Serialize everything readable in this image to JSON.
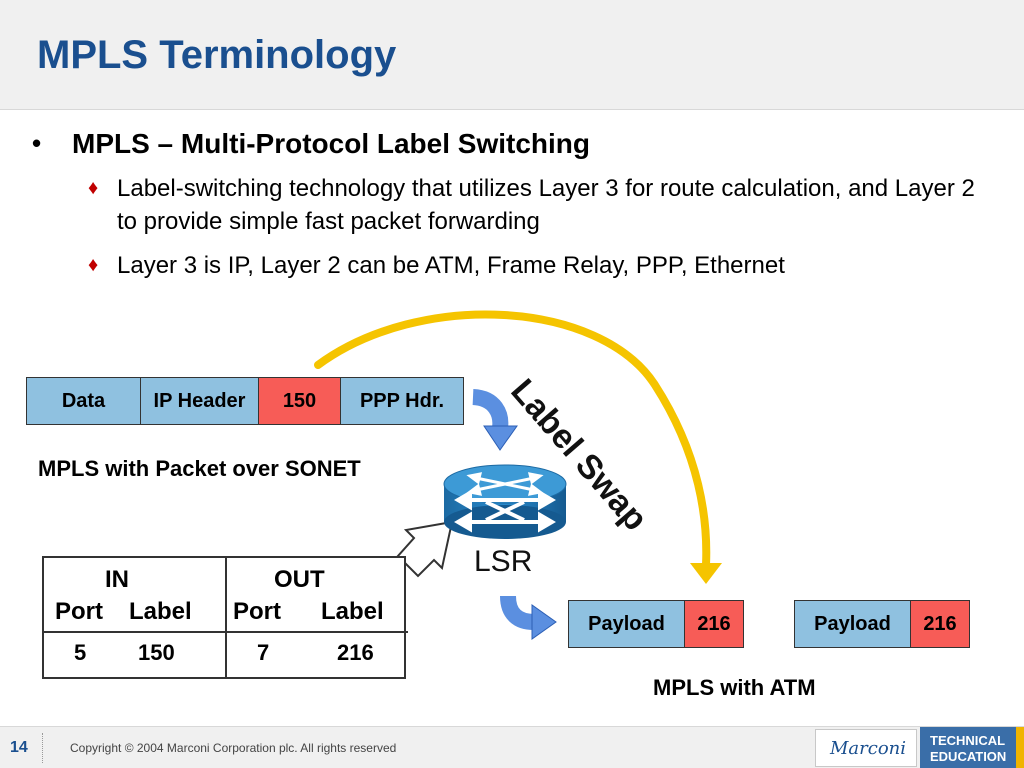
{
  "slide": {
    "title": "MPLS Terminology",
    "bullet_symbol": "•",
    "bullet": "MPLS – Multi-Protocol Label Switching",
    "sub_symbol": "♦",
    "sub_bullets": [
      "Label-switching technology that utilizes Layer 3 for route calculation, and Layer 2 to provide simple fast packet forwarding",
      "Layer 3 is IP, Layer 2 can be ATM, Frame Relay, PPP, Ethernet"
    ]
  },
  "diagram": {
    "sonet_packet": [
      "Data",
      "IP Header",
      "150",
      "PPP Hdr."
    ],
    "sonet_caption": "MPLS with Packet over SONET",
    "label_swap": "Label Swap",
    "router_label": "LSR",
    "router_icon": "router-icon",
    "lsr_table": {
      "in_header": "IN",
      "out_header": "OUT",
      "in_port": "Port",
      "in_label": "Label",
      "out_port": "Port",
      "out_label": "Label",
      "row": {
        "in_port": "5",
        "in_label": "150",
        "out_port": "7",
        "out_label": "216"
      }
    },
    "atm_cells": [
      {
        "payload": "Payload",
        "label": "216"
      },
      {
        "payload": "Payload",
        "label": "216"
      }
    ],
    "atm_caption": "MPLS with ATM",
    "colors": {
      "header_blue": "#8fc1e0",
      "label_red": "#f75c57",
      "swap_arrow": "#f5c400",
      "title": "#1a4f8f",
      "arrow_blue": "#5b8fe0"
    }
  },
  "footer": {
    "page_number": "14",
    "copyright": "Copyright © 2004 Marconi Corporation plc. All rights reserved",
    "logo": "Marconi",
    "badge_line1": "TECHNICAL",
    "badge_line2": "EDUCATION"
  }
}
